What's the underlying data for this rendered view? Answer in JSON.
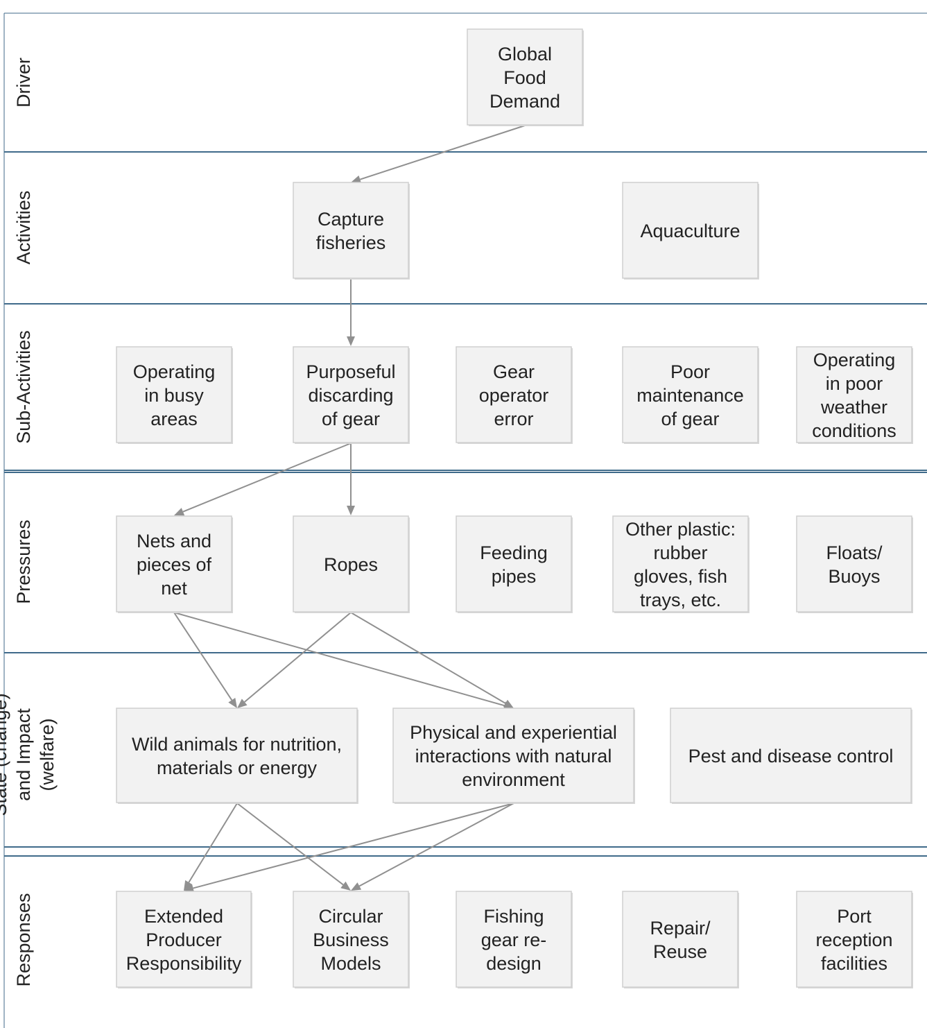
{
  "lanes": [
    {
      "id": "driver",
      "lines": [
        "Driver"
      ]
    },
    {
      "id": "activities",
      "lines": [
        "Activities"
      ]
    },
    {
      "id": "sub_activities",
      "lines": [
        "Sub-Activities"
      ]
    },
    {
      "id": "pressures",
      "lines": [
        "Pressures"
      ]
    },
    {
      "id": "state",
      "lines": [
        "State (change)",
        "and Impact",
        "(welfare)"
      ]
    },
    {
      "id": "responses",
      "lines": [
        "Responses"
      ]
    }
  ],
  "nodes": [
    {
      "id": "global_food_demand",
      "lines": [
        "Global",
        "Food",
        "Demand"
      ]
    },
    {
      "id": "capture_fisheries",
      "lines": [
        "Capture",
        "fisheries"
      ]
    },
    {
      "id": "aquaculture",
      "lines": [
        "Aquaculture"
      ]
    },
    {
      "id": "operating_busy",
      "lines": [
        "Operating",
        "in busy",
        "areas"
      ]
    },
    {
      "id": "purposeful_discarding",
      "lines": [
        "Purposeful",
        "discarding",
        "of gear"
      ]
    },
    {
      "id": "gear_operator_error",
      "lines": [
        "Gear",
        "operator",
        "error"
      ]
    },
    {
      "id": "poor_maintenance",
      "lines": [
        "Poor",
        "maintenance",
        "of gear"
      ]
    },
    {
      "id": "poor_weather",
      "lines": [
        "Operating",
        "in poor",
        "weather",
        "conditions"
      ]
    },
    {
      "id": "nets",
      "lines": [
        "Nets and",
        "pieces of",
        "net"
      ]
    },
    {
      "id": "ropes",
      "lines": [
        "Ropes"
      ]
    },
    {
      "id": "feeding_pipes",
      "lines": [
        "Feeding",
        "pipes"
      ]
    },
    {
      "id": "other_plastic",
      "lines": [
        "Other plastic:",
        "rubber",
        "gloves, fish",
        "trays, etc."
      ]
    },
    {
      "id": "floats_buoys",
      "lines": [
        "Floats/",
        "Buoys"
      ]
    },
    {
      "id": "wild_animals",
      "lines": [
        "Wild animals for nutrition,",
        "materials or energy"
      ]
    },
    {
      "id": "physical_interactions",
      "lines": [
        "Physical and experiential",
        "interactions with natural",
        "environment"
      ]
    },
    {
      "id": "pest_disease",
      "lines": [
        "Pest and disease control"
      ]
    },
    {
      "id": "epr",
      "lines": [
        "Extended",
        "Producer",
        "Responsibility"
      ]
    },
    {
      "id": "circular_business",
      "lines": [
        "Circular",
        "Business",
        "Models"
      ]
    },
    {
      "id": "gear_redesign",
      "lines": [
        "Fishing",
        "gear re-",
        "design"
      ]
    },
    {
      "id": "repair_reuse",
      "lines": [
        "Repair/",
        "Reuse"
      ]
    },
    {
      "id": "port_reception",
      "lines": [
        "Port",
        "reception",
        "facilities"
      ]
    }
  ],
  "edges": [
    {
      "from": "global_food_demand",
      "to": "capture_fisheries"
    },
    {
      "from": "capture_fisheries",
      "to": "purposeful_discarding"
    },
    {
      "from": "purposeful_discarding",
      "to": "nets"
    },
    {
      "from": "purposeful_discarding",
      "to": "ropes"
    },
    {
      "from": "nets",
      "to": "wild_animals"
    },
    {
      "from": "nets",
      "to": "physical_interactions"
    },
    {
      "from": "ropes",
      "to": "wild_animals"
    },
    {
      "from": "ropes",
      "to": "physical_interactions"
    },
    {
      "from": "wild_animals",
      "to": "epr"
    },
    {
      "from": "wild_animals",
      "to": "circular_business"
    },
    {
      "from": "physical_interactions",
      "to": "epr"
    },
    {
      "from": "physical_interactions",
      "to": "circular_business"
    }
  ]
}
